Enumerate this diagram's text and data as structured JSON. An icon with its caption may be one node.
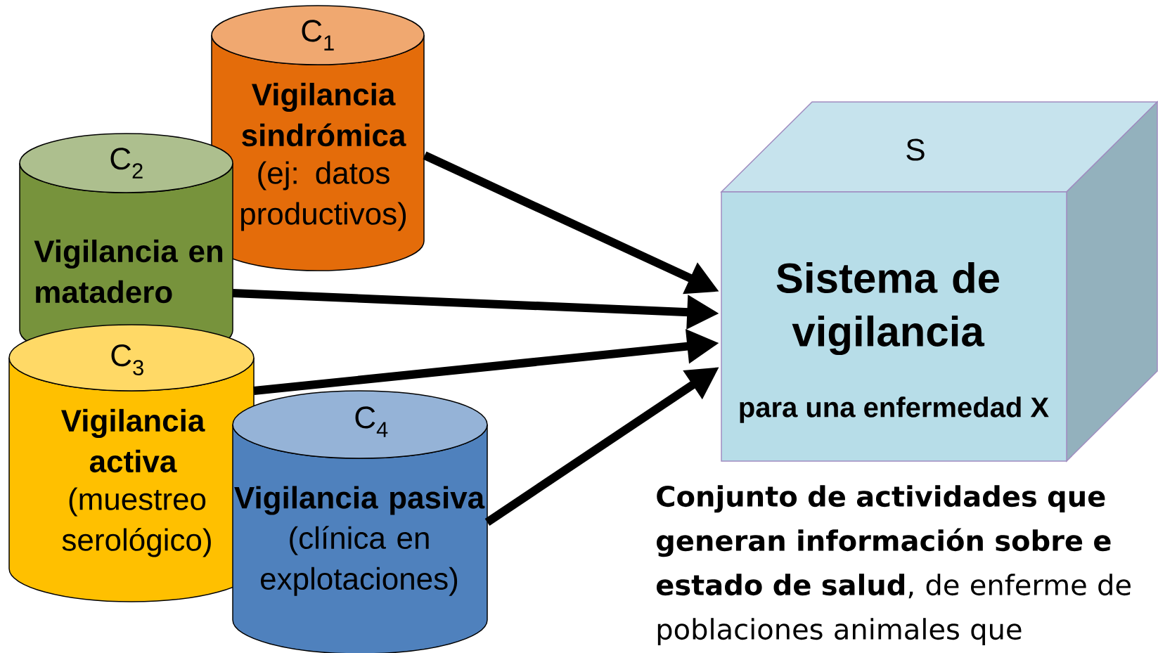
{
  "diagram": {
    "nodes": [
      {
        "text": [
          "C$_{1}$",
          "Vigilancia sindrómica",
          "(ej: datos productivos)"
        ]
      },
      {
        "text": [
          "C$_{2}$",
          "Vigilancia en matadero"
        ]
      },
      {
        "text": [
          "C$_{3}$",
          "Vigilancia activa",
          "(muestreo serológico)"
        ]
      },
      {
        "text": [
          "C$_{4}$",
          "Vigilancia pasiva",
          "(clínica en explotaciones)"
        ]
      },
      {
        "text": [
          "S",
          "Sistema de vigilancia",
          "para una enfermedad X"
        ],
        "beside": [
          "**Conjunto de actividades que generan información sobre e estado de salud**, de enferme de poblaciones animales que"
        ]
      }
    ],
    "edges": [
      {
        "from": 0,
        "to": 4,
        "arrow": "to"
      },
      {
        "from": 1,
        "to": 4,
        "arrow": "to"
      },
      {
        "from": 2,
        "to": 4,
        "arrow": "to"
      },
      {
        "from": 3,
        "to": 4,
        "arrow": "to"
      }
    ]
  }
}
